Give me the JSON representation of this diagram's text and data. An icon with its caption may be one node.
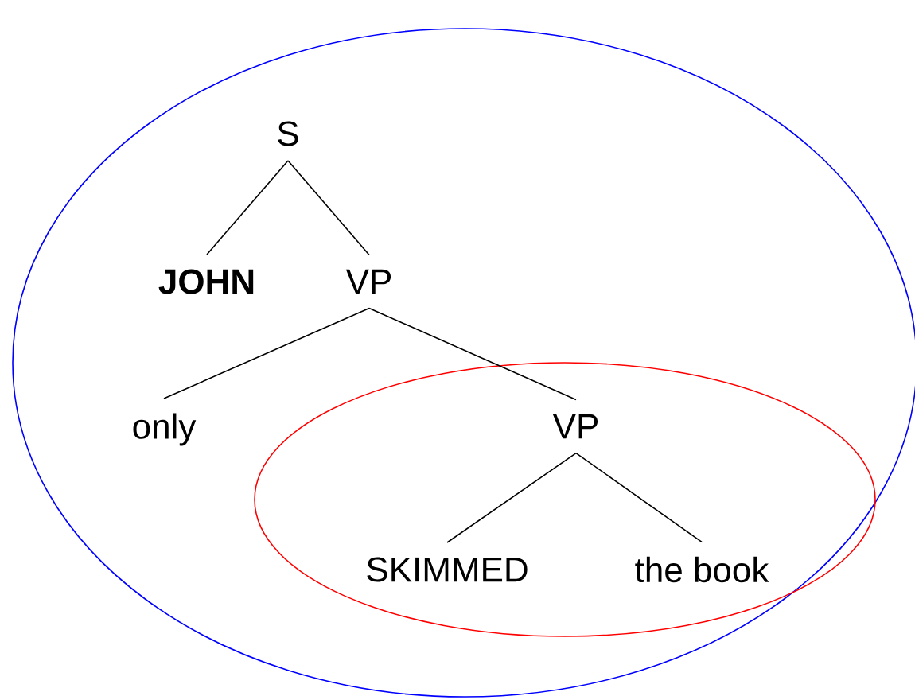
{
  "diagram": {
    "nodes": [
      {
        "text": [
          "S"
        ]
      },
      {
        "text": [
          "JOHN"
        ]
      },
      {
        "text": [
          "VP"
        ]
      },
      {
        "text": [
          "only"
        ]
      },
      {
        "text": [
          "VP"
        ]
      },
      {
        "text": [
          "SKIMMED"
        ]
      },
      {
        "text": [
          "the book"
        ]
      }
    ],
    "edges": [
      {
        "from": 0,
        "to": 1,
        "arrow": "none"
      },
      {
        "from": 0,
        "to": 2,
        "arrow": "none"
      },
      {
        "from": 2,
        "to": 3,
        "arrow": "none"
      },
      {
        "from": 2,
        "to": 4,
        "arrow": "none"
      },
      {
        "from": 4,
        "to": 5,
        "arrow": "none"
      },
      {
        "from": 4,
        "to": 6,
        "arrow": "none"
      }
    ]
  }
}
